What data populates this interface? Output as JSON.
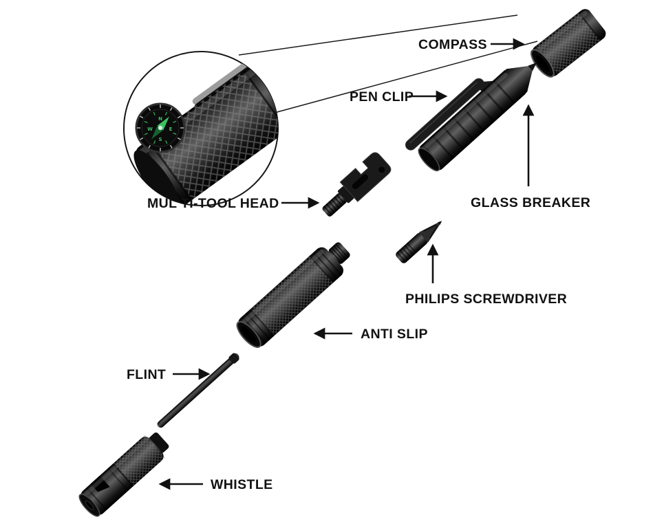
{
  "figure": {
    "description": "Exploded-view product diagram of a black tactical pen multi-tool with magnified compass inset"
  },
  "labels": {
    "compass": "COMPASS",
    "pen_clip": "PEN CLIP",
    "glass_breaker": "GLASS BREAKER",
    "multi_tool_head": "MUL TI-TOOL HEAD",
    "philips_screwdriver": "PHILIPS SCREWDRIVER",
    "anti_slip": "ANTI SLIP",
    "flint": "FLINT",
    "whistle": "WHISTLE"
  },
  "inset": {
    "cardinals": [
      "N",
      "E",
      "S",
      "W"
    ]
  },
  "colors": {
    "background": "#ffffff",
    "label_text": "#111111",
    "arrow": "#111111",
    "part_dark": "#0d0d0d",
    "part_mid": "#454545",
    "part_highlight": "#8a8a8a",
    "compass_green": "#2fae4f"
  }
}
